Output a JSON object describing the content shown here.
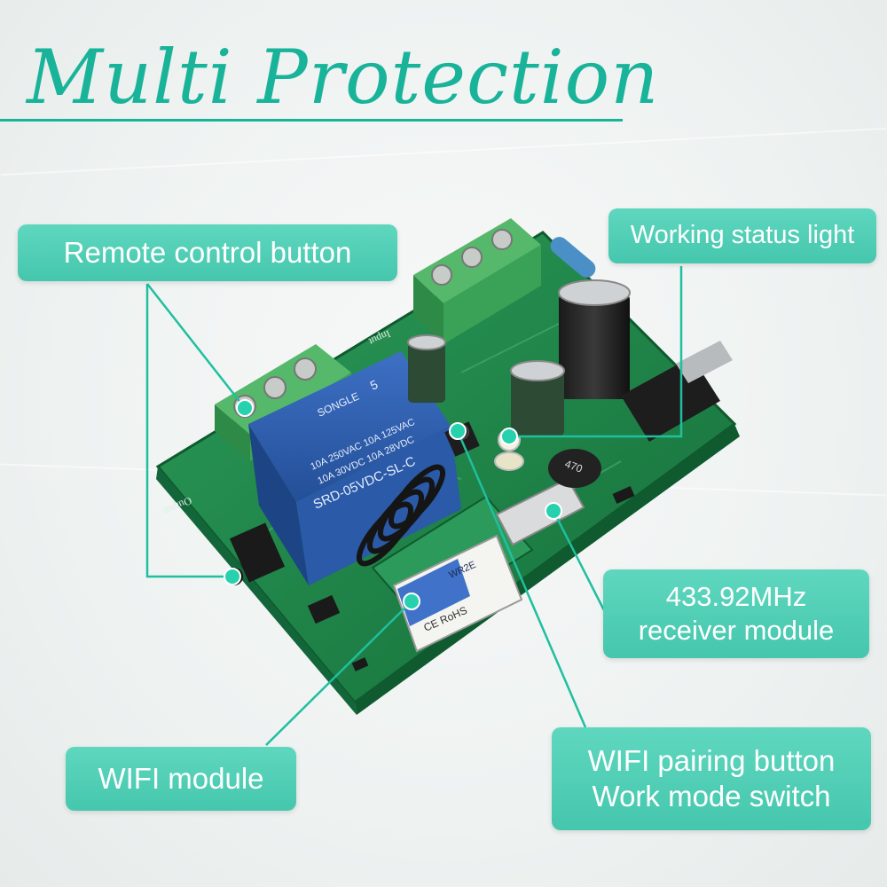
{
  "title": "Multi Protection",
  "labels": {
    "remote_control_button": "Remote control button",
    "working_status_light": "Working status light",
    "receiver_line1": "433.92MHz",
    "receiver_line2": "receiver module",
    "wifi_module": "WIFI module",
    "pairing_line1": "WIFI pairing button",
    "pairing_line2": "Work mode switch"
  },
  "board_text": {
    "relay_brand": "SONGLE",
    "relay_model": "SRD-05VDC-SL-C",
    "relay_rating1": "10A 250VAC  10A 125VAC",
    "relay_rating2": "10A 30VDC  10A 28VDC",
    "relay_pins": "5",
    "output_label": "Output",
    "input_label": "Input",
    "inductor": "470",
    "rohs": "CE RoHS",
    "wifi_chip": "WR2E"
  },
  "colors": {
    "accent": "#19b39a",
    "label_fill": "#4fcdb4",
    "pcb": "#1f8a4a",
    "terminal": "#3fa55a",
    "relay": "#2f5fb0"
  }
}
